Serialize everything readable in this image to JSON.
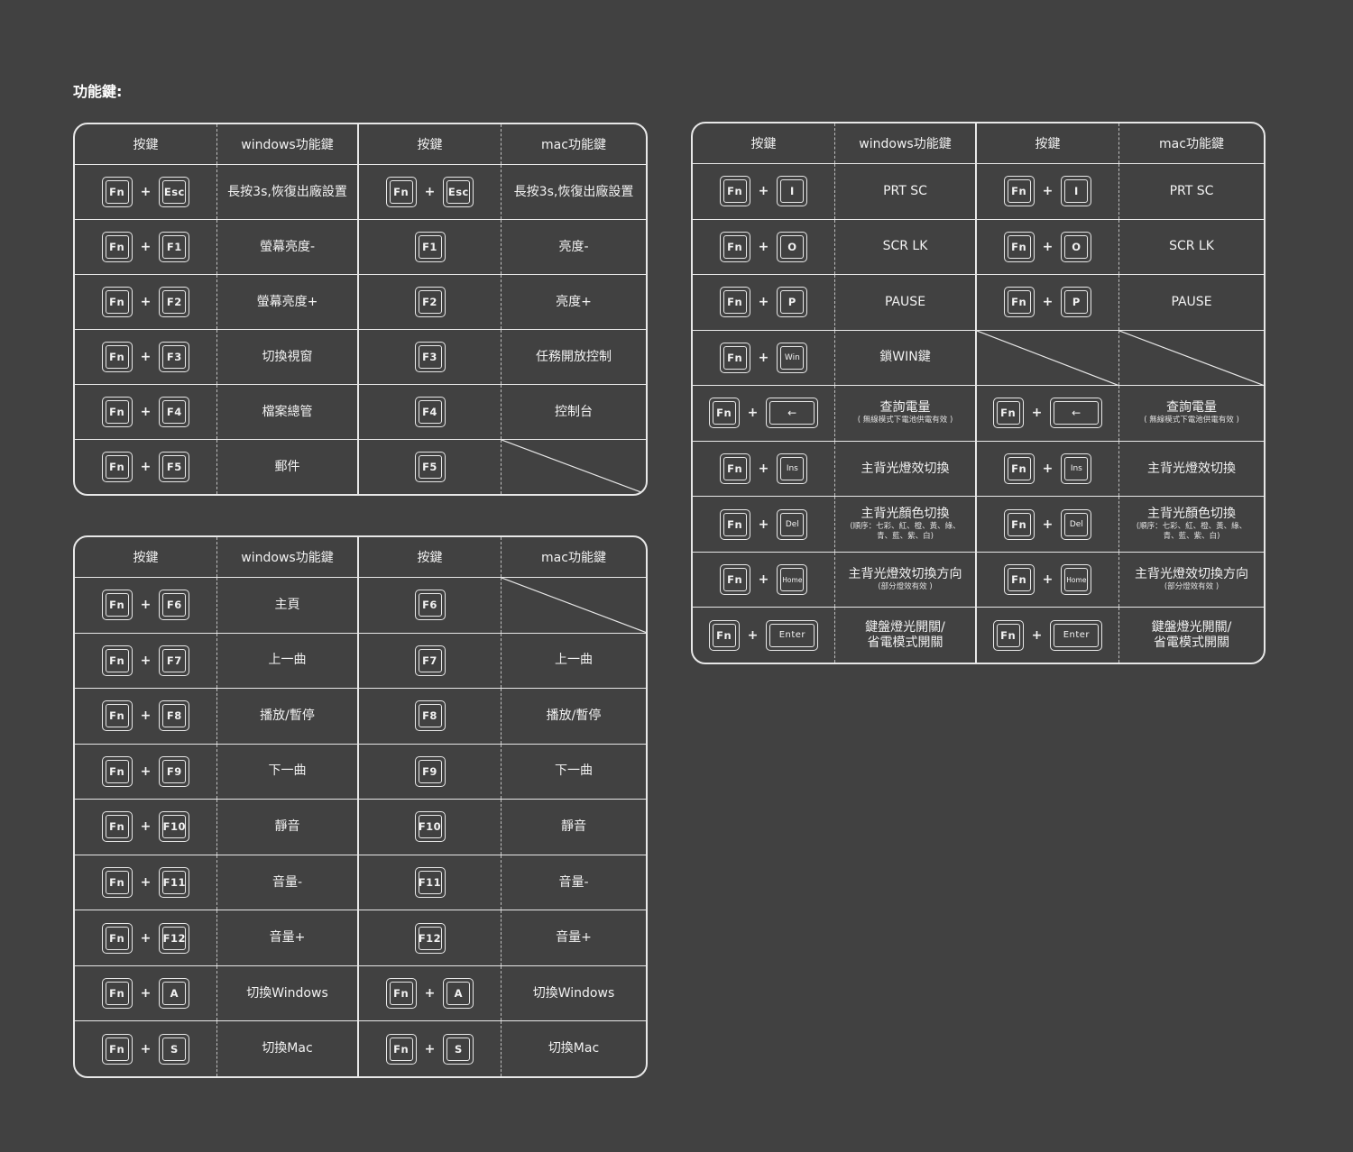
{
  "page": {
    "title": "功能鍵:"
  },
  "headers": {
    "keys": "按鍵",
    "windows": "windows功能鍵",
    "mac": "mac功能鍵"
  },
  "icons": {
    "backspace": "left-arrow-icon"
  },
  "table1": [
    {
      "wk": [
        "Fn",
        "Esc"
      ],
      "wf": "長按3s,恢復出廠設置",
      "mk": [
        "Fn",
        "Esc"
      ],
      "mf": "長按3s,恢復出廠設置"
    },
    {
      "wk": [
        "Fn",
        "F1"
      ],
      "wf": "螢幕亮度-",
      "mk": [
        "F1"
      ],
      "mf": "亮度-"
    },
    {
      "wk": [
        "Fn",
        "F2"
      ],
      "wf": "螢幕亮度+",
      "mk": [
        "F2"
      ],
      "mf": "亮度+"
    },
    {
      "wk": [
        "Fn",
        "F3"
      ],
      "wf": "切換視窗",
      "mk": [
        "F3"
      ],
      "mf": "任務開放控制"
    },
    {
      "wk": [
        "Fn",
        "F4"
      ],
      "wf": "檔案總管",
      "mk": [
        "F4"
      ],
      "mf": "控制台"
    },
    {
      "wk": [
        "Fn",
        "F5"
      ],
      "wf": "郵件",
      "mk": [
        "F5"
      ],
      "mf": null
    }
  ],
  "table2": [
    {
      "wk": [
        "Fn",
        "F6"
      ],
      "wf": "主頁",
      "mk": [
        "F6"
      ],
      "mf": null
    },
    {
      "wk": [
        "Fn",
        "F7"
      ],
      "wf": "上一曲",
      "mk": [
        "F7"
      ],
      "mf": "上一曲"
    },
    {
      "wk": [
        "Fn",
        "F8"
      ],
      "wf": "播放/暫停",
      "mk": [
        "F8"
      ],
      "mf": "播放/暫停"
    },
    {
      "wk": [
        "Fn",
        "F9"
      ],
      "wf": "下一曲",
      "mk": [
        "F9"
      ],
      "mf": "下一曲"
    },
    {
      "wk": [
        "Fn",
        "F10"
      ],
      "wf": "靜音",
      "mk": [
        "F10"
      ],
      "mf": "靜音"
    },
    {
      "wk": [
        "Fn",
        "F11"
      ],
      "wf": "音量-",
      "mk": [
        "F11"
      ],
      "mf": "音量-"
    },
    {
      "wk": [
        "Fn",
        "F12"
      ],
      "wf": "音量+",
      "mk": [
        "F12"
      ],
      "mf": "音量+"
    },
    {
      "wk": [
        "Fn",
        "A"
      ],
      "wf": "切換Windows",
      "mk": [
        "Fn",
        "A"
      ],
      "mf": "切換Windows"
    },
    {
      "wk": [
        "Fn",
        "S"
      ],
      "wf": "切換Mac",
      "mk": [
        "Fn",
        "S"
      ],
      "mf": "切換Mac"
    }
  ],
  "table3": [
    {
      "wk": [
        "Fn",
        "I"
      ],
      "wf": "PRT SC",
      "mk": [
        "Fn",
        "I"
      ],
      "mf": "PRT SC"
    },
    {
      "wk": [
        "Fn",
        "O"
      ],
      "wf": "SCR LK",
      "mk": [
        "Fn",
        "O"
      ],
      "mf": "SCR LK"
    },
    {
      "wk": [
        "Fn",
        "P"
      ],
      "wf": "PAUSE",
      "mk": [
        "Fn",
        "P"
      ],
      "mf": "PAUSE"
    },
    {
      "wk": [
        "Fn",
        "Win"
      ],
      "wf": "鎖WIN鍵",
      "mk": null,
      "mf": null
    },
    {
      "wk": [
        "Fn",
        "←"
      ],
      "wf": "查詢電量",
      "wn": "( 無線模式下電池供電有效 )",
      "mk": [
        "Fn",
        "←"
      ],
      "mf": "查詢電量",
      "mn": "( 無線模式下電池供電有效 )"
    },
    {
      "wk": [
        "Fn",
        "Ins"
      ],
      "wf": "主背光燈效切換",
      "mk": [
        "Fn",
        "Ins"
      ],
      "mf": "主背光燈效切換"
    },
    {
      "wk": [
        "Fn",
        "Del"
      ],
      "wf": "主背光顏色切換",
      "wn": "(順序：七彩、紅、橙、黃、綠、\n青、藍、紫、白)",
      "mk": [
        "Fn",
        "Del"
      ],
      "mf": "主背光顏色切換",
      "mn": "(順序：七彩、紅、橙、黃、綠、\n青、藍、紫、白)"
    },
    {
      "wk": [
        "Fn",
        "Home"
      ],
      "wf": "主背光燈效切換方向",
      "wn": "(部分燈效有效 )",
      "mk": [
        "Fn",
        "Home"
      ],
      "mf": "主背光燈效切換方向",
      "mn": "(部分燈效有效 )"
    },
    {
      "wk": [
        "Fn",
        "Enter"
      ],
      "wf": "鍵盤燈光開關/\n省電模式開關",
      "mk": [
        "Fn",
        "Enter"
      ],
      "mf": "鍵盤燈光開關/\n省電模式開關"
    }
  ]
}
